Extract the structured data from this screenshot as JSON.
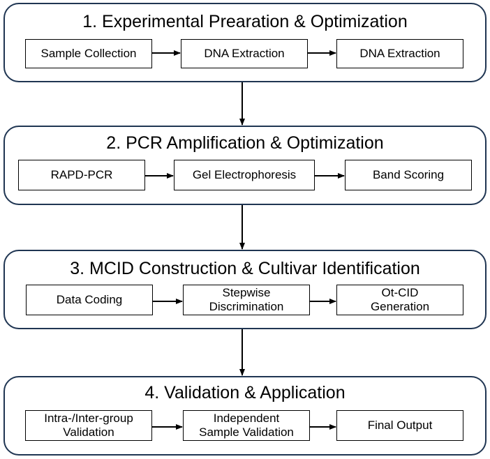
{
  "stages": [
    {
      "title": "1. Experimental Prearation & Optimization",
      "steps": [
        {
          "lines": [
            "Sample Collection"
          ]
        },
        {
          "lines": [
            "DNA Extraction"
          ]
        },
        {
          "lines": [
            "DNA Extraction"
          ]
        }
      ]
    },
    {
      "title": "2. PCR Amplification & Optimization",
      "steps": [
        {
          "lines": [
            "RAPD-PCR"
          ]
        },
        {
          "lines": [
            "Gel Electrophoresis"
          ]
        },
        {
          "lines": [
            "Band Scoring"
          ]
        }
      ]
    },
    {
      "title": "3. MCID Construction & Cultivar Identification",
      "steps": [
        {
          "lines": [
            "Data Coding"
          ]
        },
        {
          "lines": [
            "Stepwise",
            "Discrimination"
          ]
        },
        {
          "lines": [
            "Ot-CID",
            "Generation"
          ]
        }
      ]
    },
    {
      "title": "4. Validation & Application",
      "steps": [
        {
          "lines": [
            "Intra-/Inter-group",
            "Validation"
          ]
        },
        {
          "lines": [
            "Independent",
            "Sample Validation"
          ]
        },
        {
          "lines": [
            "Final Output"
          ]
        }
      ]
    }
  ],
  "colors": {
    "frame_border": "#1f3552",
    "box_border": "#000000",
    "arrow": "#000000"
  }
}
